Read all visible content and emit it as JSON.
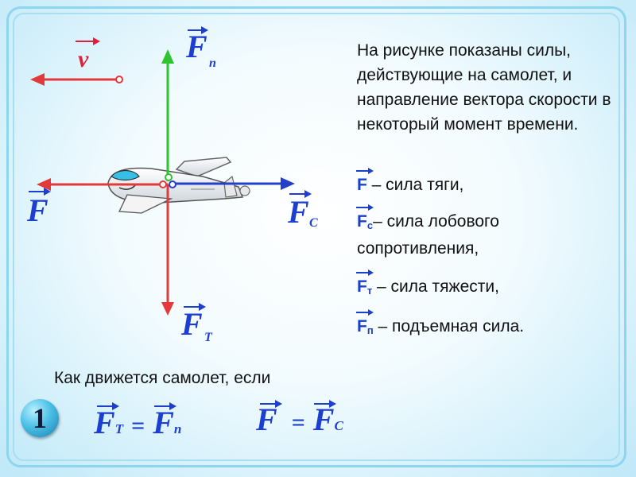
{
  "description_text": "На рисунке показаны силы, действующие на самолет, и направление вектора скорости в некоторый момент времени.",
  "legend": [
    {
      "symbol": "F",
      "sub": "",
      "text": " – сила тяги,"
    },
    {
      "symbol": "F",
      "sub": "с",
      "text": "– сила лобового",
      "text2": "сопротивления,"
    },
    {
      "symbol": "F",
      "sub": "т",
      "text": " – сила тяжести,"
    },
    {
      "symbol": "F",
      "sub": "п",
      "text": " – подъемная сила."
    }
  ],
  "labels": {
    "v": "v",
    "fn": "F",
    "fn_sub": "п",
    "f": "F",
    "fc": "F",
    "fc_sub": "С",
    "ft": "F",
    "ft_sub": "Т"
  },
  "question": "Как движется самолет, если",
  "badge": "1",
  "formula1": {
    "left": "F",
    "left_sub": "Т",
    "eq": "=",
    "right": "F",
    "right_sub": "п"
  },
  "formula2": {
    "left": "F",
    "eq": "=",
    "right": "F",
    "right_sub": "С"
  },
  "colors": {
    "red": "#e23a3a",
    "green": "#2ec42e",
    "blue": "#2340c8",
    "label_blue": "#1d3fd0",
    "v_red": "#e0203a"
  }
}
